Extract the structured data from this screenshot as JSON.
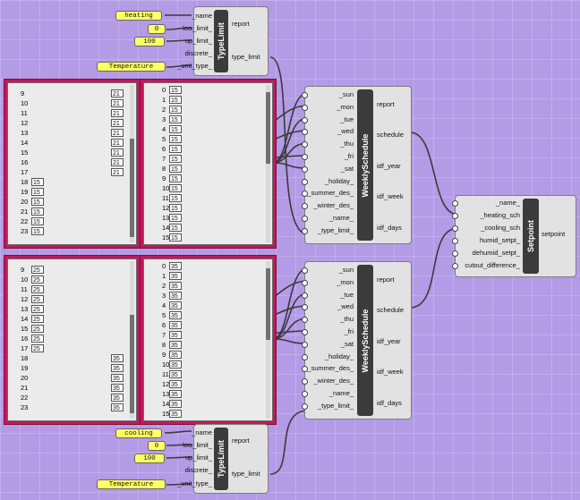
{
  "canvas": {
    "background": "#b39be6",
    "panel_border": "#c2185b",
    "wire": "#3a3a3a"
  },
  "typelimit_top": {
    "title": "TypeLimit",
    "inputs": [
      "_name",
      "low_limit_",
      "up_limit_",
      "discrete_",
      "_unit_type_"
    ],
    "outputs": [
      "report",
      "type_limit"
    ]
  },
  "typelimit_bottom": {
    "title": "TypeLimit",
    "inputs": [
      "_name",
      "low_limit_",
      "up_limit_",
      "discrete_",
      "_unit_type_"
    ],
    "outputs": [
      "report",
      "type_limit"
    ]
  },
  "params_top": {
    "name": "heating",
    "low": "0",
    "up": "100",
    "unit": "Temperature"
  },
  "params_bottom": {
    "name": "cooling",
    "low": "0",
    "up": "100",
    "unit": "Temperature"
  },
  "weekly_top": {
    "title": "WeeklySchedule",
    "inputs": [
      "_sun",
      "_mon",
      "_tue",
      "_wed",
      "_thu",
      "_fri",
      "_sat",
      "_holiday_",
      "_summer_des_",
      "_winter_des_",
      "_name_",
      "_type_limit_"
    ],
    "outputs": [
      "report",
      "schedule",
      "idf_year",
      "idf_week",
      "idf_days"
    ]
  },
  "weekly_bottom": {
    "title": "WeeklySchedule",
    "inputs": [
      "_sun",
      "_mon",
      "_tue",
      "_wed",
      "_thu",
      "_fri",
      "_sat",
      "_holiday_",
      "_summer_des_",
      "_winter_des_",
      "_name_",
      "_type_limit_"
    ],
    "outputs": [
      "report",
      "schedule",
      "idf_year",
      "idf_week",
      "idf_days"
    ]
  },
  "setpoint": {
    "title": "Setpoint",
    "inputs": [
      "_name_",
      "_heating_sch",
      "_cooling_sch",
      "humid_setpt_",
      "dehumid_setpt_",
      "cutout_difference_"
    ],
    "outputs": [
      "setpoint"
    ]
  },
  "heat_hours": {
    "rows": [
      {
        "n": "9",
        "v": "21",
        "side": "right"
      },
      {
        "n": "10",
        "v": "21",
        "side": "right"
      },
      {
        "n": "11",
        "v": "21",
        "side": "right"
      },
      {
        "n": "12",
        "v": "21",
        "side": "right"
      },
      {
        "n": "13",
        "v": "21",
        "side": "right"
      },
      {
        "n": "14",
        "v": "21",
        "side": "right"
      },
      {
        "n": "15",
        "v": "21",
        "side": "right"
      },
      {
        "n": "16",
        "v": "21",
        "side": "right"
      },
      {
        "n": "17",
        "v": "21",
        "side": "right"
      },
      {
        "n": "18",
        "v": "15",
        "side": "left"
      },
      {
        "n": "19",
        "v": "15",
        "side": "left"
      },
      {
        "n": "20",
        "v": "15",
        "side": "left"
      },
      {
        "n": "21",
        "v": "15",
        "side": "left"
      },
      {
        "n": "22",
        "v": "15",
        "side": "left"
      },
      {
        "n": "23",
        "v": "15",
        "side": "left"
      }
    ]
  },
  "heat_list": {
    "rows": [
      {
        "n": "0",
        "v": "15"
      },
      {
        "n": "1",
        "v": "15"
      },
      {
        "n": "2",
        "v": "15"
      },
      {
        "n": "3",
        "v": "15"
      },
      {
        "n": "4",
        "v": "15"
      },
      {
        "n": "5",
        "v": "15"
      },
      {
        "n": "6",
        "v": "15"
      },
      {
        "n": "7",
        "v": "15"
      },
      {
        "n": "8",
        "v": "15"
      },
      {
        "n": "9",
        "v": "15"
      },
      {
        "n": "10",
        "v": "15"
      },
      {
        "n": "11",
        "v": "15"
      },
      {
        "n": "12",
        "v": "15"
      },
      {
        "n": "13",
        "v": "15"
      },
      {
        "n": "14",
        "v": "15"
      },
      {
        "n": "15",
        "v": "15"
      }
    ]
  },
  "cool_hours": {
    "rows": [
      {
        "n": "9",
        "v": "25",
        "side": "left"
      },
      {
        "n": "10",
        "v": "25",
        "side": "left"
      },
      {
        "n": "11",
        "v": "25",
        "side": "left"
      },
      {
        "n": "12",
        "v": "25",
        "side": "left"
      },
      {
        "n": "13",
        "v": "25",
        "side": "left"
      },
      {
        "n": "14",
        "v": "25",
        "side": "left"
      },
      {
        "n": "15",
        "v": "25",
        "side": "left"
      },
      {
        "n": "16",
        "v": "25",
        "side": "left"
      },
      {
        "n": "17",
        "v": "25",
        "side": "left"
      },
      {
        "n": "18",
        "v": "35",
        "side": "right"
      },
      {
        "n": "19",
        "v": "35",
        "side": "right"
      },
      {
        "n": "20",
        "v": "35",
        "side": "right"
      },
      {
        "n": "21",
        "v": "35",
        "side": "right"
      },
      {
        "n": "22",
        "v": "35",
        "side": "right"
      },
      {
        "n": "23",
        "v": "35",
        "side": "right"
      }
    ]
  },
  "cool_list": {
    "rows": [
      {
        "n": "0",
        "v": "35"
      },
      {
        "n": "1",
        "v": "35"
      },
      {
        "n": "2",
        "v": "35"
      },
      {
        "n": "3",
        "v": "35"
      },
      {
        "n": "4",
        "v": "35"
      },
      {
        "n": "5",
        "v": "35"
      },
      {
        "n": "6",
        "v": "35"
      },
      {
        "n": "7",
        "v": "35"
      },
      {
        "n": "8",
        "v": "35"
      },
      {
        "n": "9",
        "v": "35"
      },
      {
        "n": "10",
        "v": "35"
      },
      {
        "n": "11",
        "v": "35"
      },
      {
        "n": "12",
        "v": "35"
      },
      {
        "n": "13",
        "v": "35"
      },
      {
        "n": "14",
        "v": "35"
      },
      {
        "n": "15",
        "v": "35"
      }
    ]
  }
}
